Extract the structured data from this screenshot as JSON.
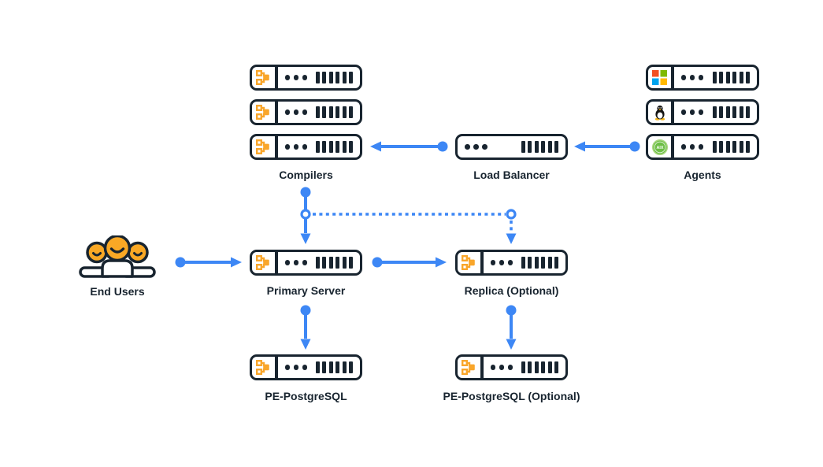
{
  "diagram": {
    "kind": "architecture-diagram",
    "nodes": {
      "compilers": {
        "label": "Compilers",
        "instances": 3,
        "icon": "branch-icon"
      },
      "load_balancer": {
        "label": "Load Balancer"
      },
      "agents": {
        "label": "Agents",
        "instances": 3,
        "platforms": [
          "Windows",
          "Linux",
          "AIX"
        ],
        "aix_badge": "AIX"
      },
      "end_users": {
        "label": "End Users"
      },
      "primary_server": {
        "label": "Primary Server",
        "icon": "branch-icon"
      },
      "replica": {
        "label": "Replica (Optional)",
        "icon": "branch-icon"
      },
      "pe_postgresql": {
        "label": "PE-PostgreSQL",
        "icon": "branch-icon"
      },
      "pe_postgresql_optional": {
        "label": "PE-PostgreSQL (Optional)",
        "icon": "branch-icon"
      }
    },
    "connections": [
      {
        "from": "Agents",
        "to": "Load Balancer",
        "style": "solid"
      },
      {
        "from": "Load Balancer",
        "to": "Compilers",
        "style": "solid"
      },
      {
        "from": "Compilers",
        "to": "Primary Server",
        "style": "solid"
      },
      {
        "from": "Compilers",
        "to": "Replica (Optional)",
        "style": "dotted"
      },
      {
        "from": "End Users",
        "to": "Primary Server",
        "style": "solid"
      },
      {
        "from": "Primary Server",
        "to": "Replica (Optional)",
        "style": "solid"
      },
      {
        "from": "Primary Server",
        "to": "PE-PostgreSQL",
        "style": "solid"
      },
      {
        "from": "Replica (Optional)",
        "to": "PE-PostgreSQL (Optional)",
        "style": "solid"
      }
    ],
    "colors": {
      "accent_blue": "#3D87F5",
      "ink": "#18242F",
      "icon_orange": "#F9A62B",
      "head_amber": "#F9A825",
      "windows_red": "#F25022",
      "windows_green": "#7FBA00",
      "windows_blue": "#00A4EF",
      "windows_yellow": "#FFB900",
      "aix_green": "#6DBE45"
    }
  }
}
